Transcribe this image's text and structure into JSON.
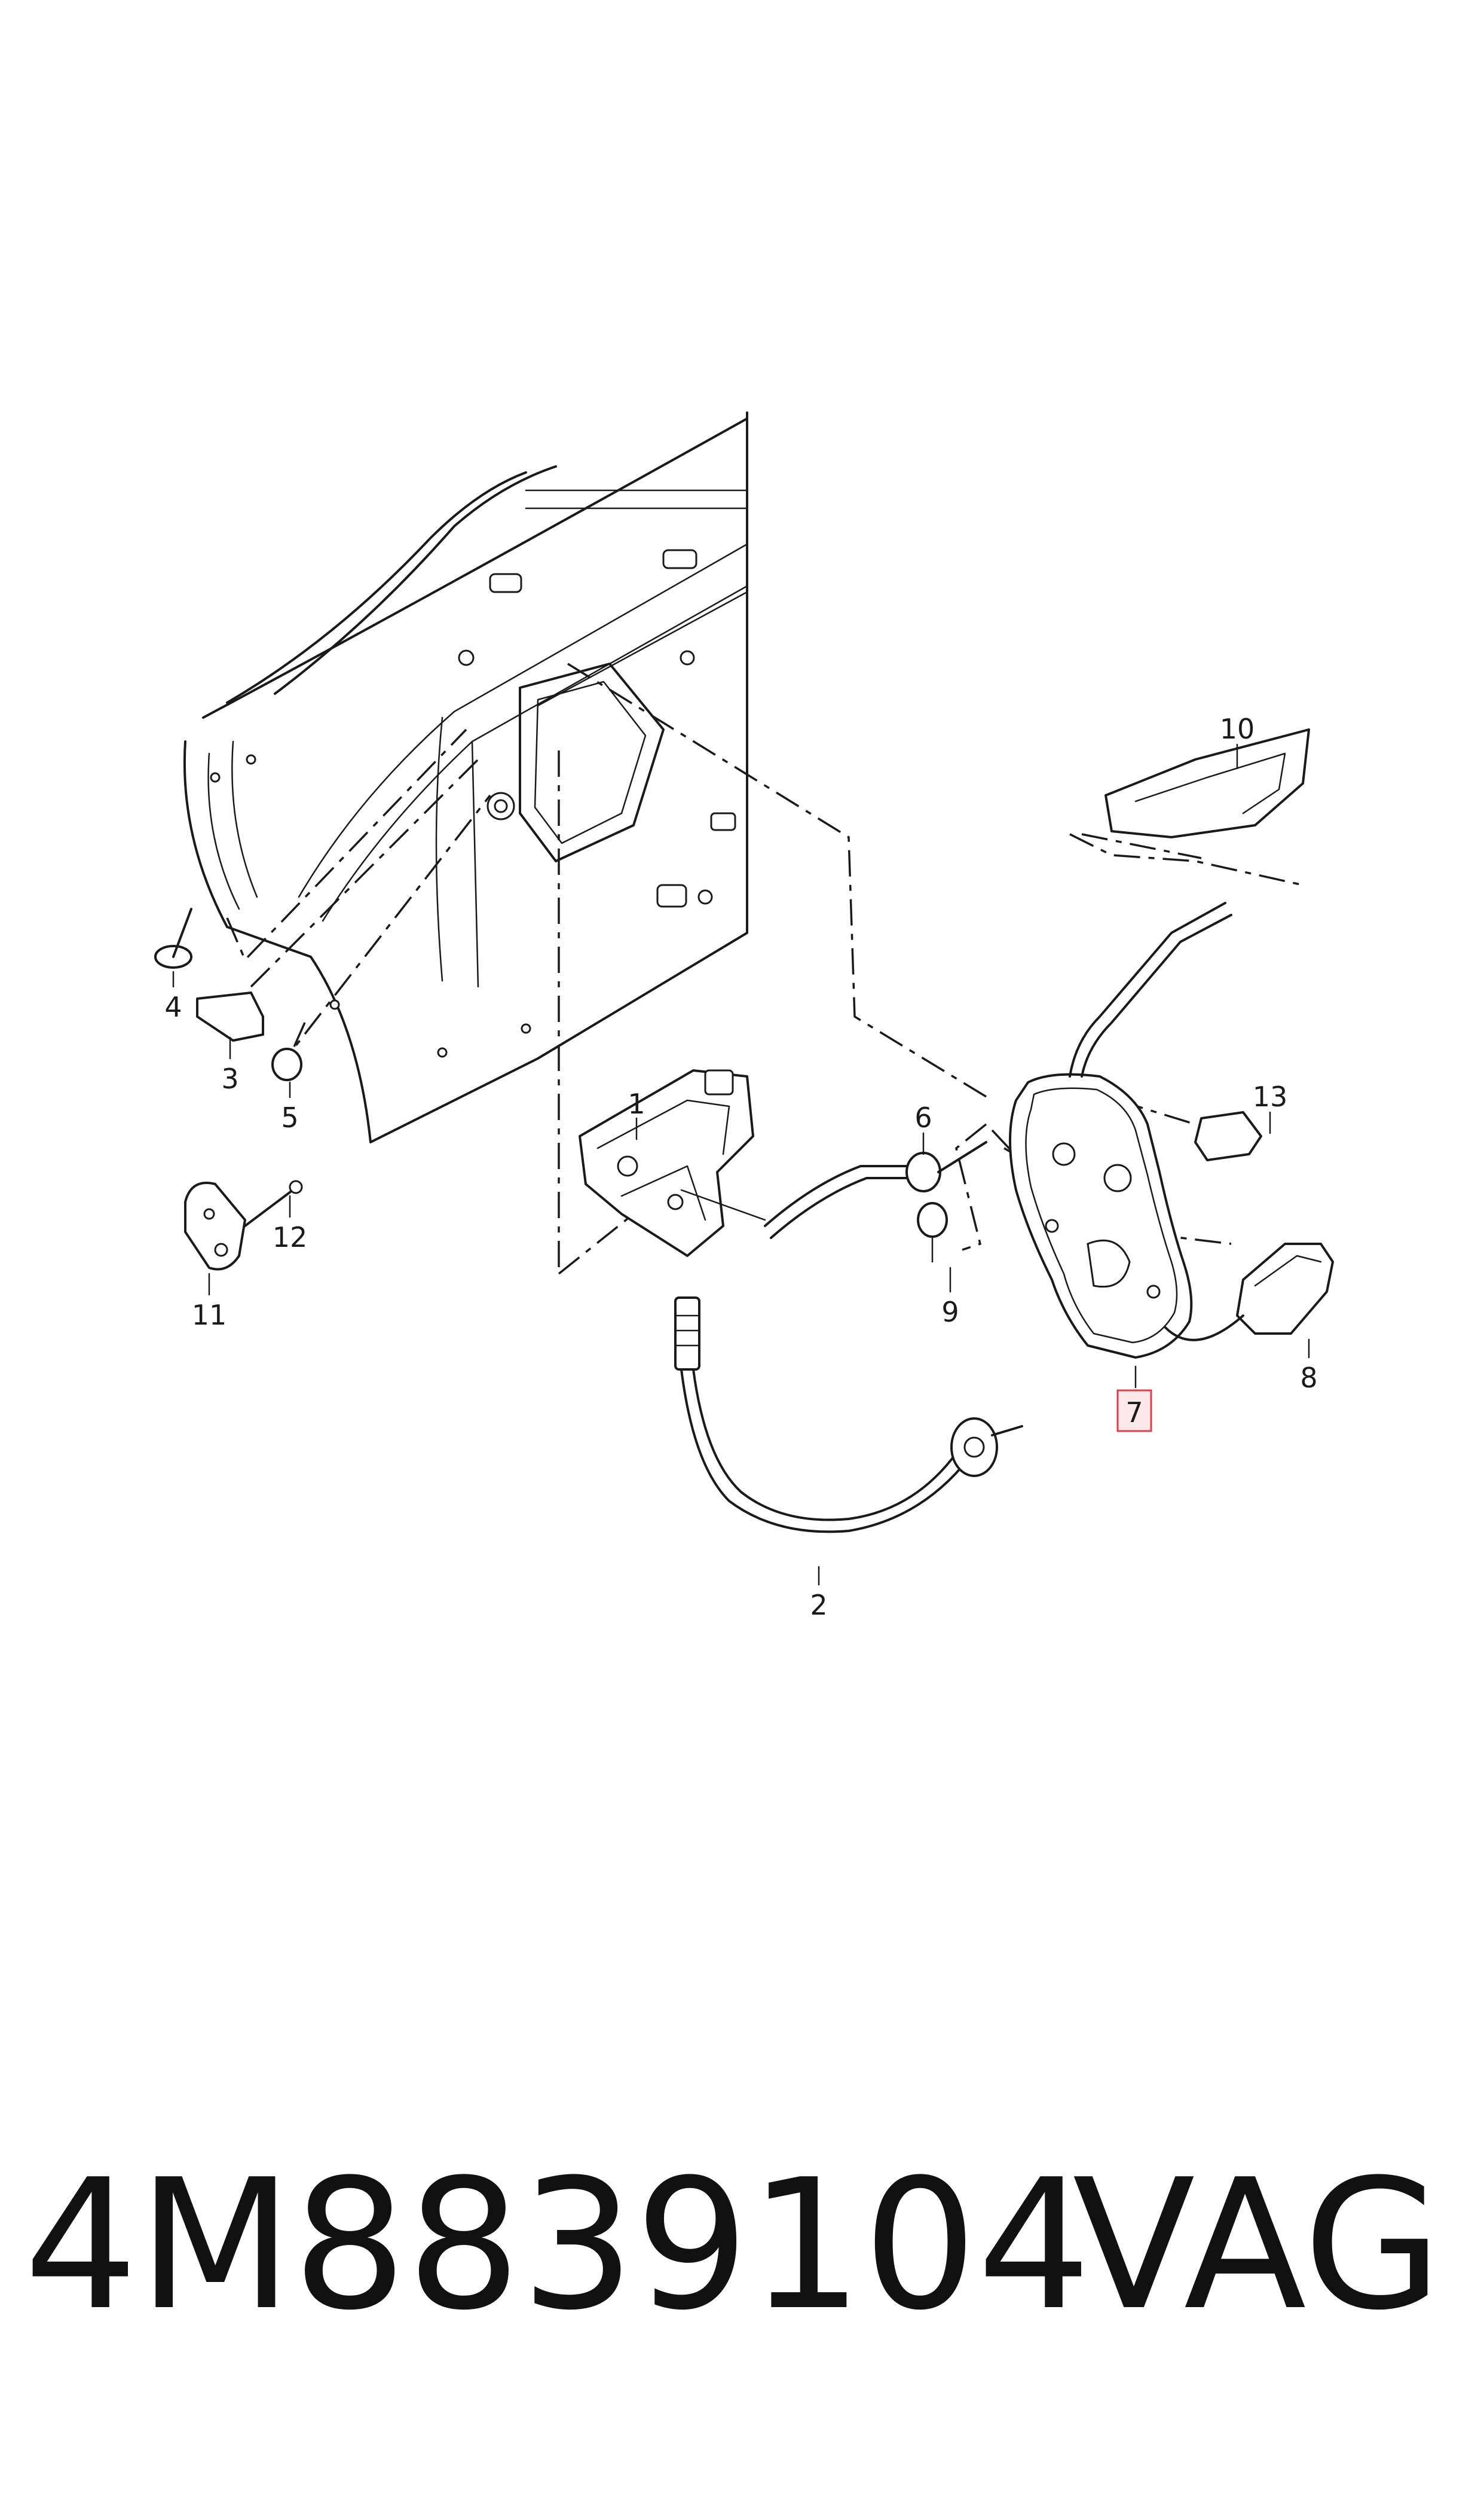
{
  "callouts": [
    {
      "id": "1",
      "label": "1"
    },
    {
      "id": "2",
      "label": "2"
    },
    {
      "id": "3",
      "label": "3"
    },
    {
      "id": "4",
      "label": "4"
    },
    {
      "id": "5",
      "label": "5"
    },
    {
      "id": "6",
      "label": "6"
    },
    {
      "id": "7",
      "label": "7",
      "highlighted": true
    },
    {
      "id": "8",
      "label": "8"
    },
    {
      "id": "9",
      "label": "9"
    },
    {
      "id": "10",
      "label": "10"
    },
    {
      "id": "11",
      "label": "11"
    },
    {
      "id": "12",
      "label": "12"
    },
    {
      "id": "13",
      "label": "13"
    }
  ],
  "highlight_color": "#e23b4a",
  "footer": {
    "part_number": "4M8839104",
    "brand": "VAG"
  }
}
